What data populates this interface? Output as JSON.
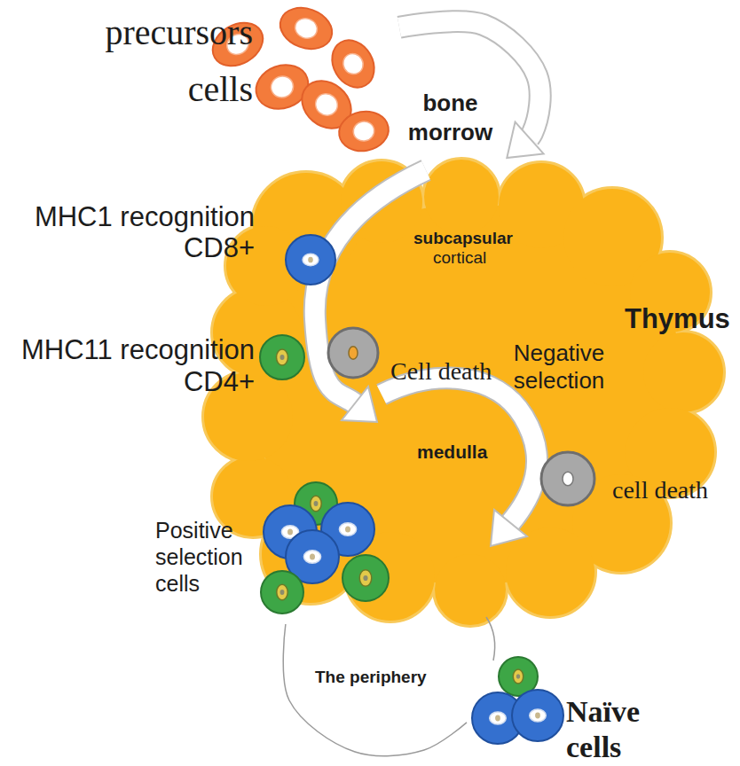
{
  "diagram": {
    "nodes": [
      {
        "text": [
          "precursors cells"
        ]
      },
      {
        "text": [
          "Thymus"
        ]
      },
      {
        "text": [
          "MHC1 recognition",
          "CD8+"
        ],
        "in": 1
      },
      {
        "text": [
          "Cell death"
        ],
        "in": 1
      },
      {
        "text": [
          "MHC11 recognition",
          "CD4+"
        ],
        "in": 1
      },
      {
        "text": [
          "cell death"
        ],
        "in": 1
      },
      {
        "text": [
          "Positive selection cells"
        ],
        "in": 1
      },
      {
        "text": [
          "Naïve cells"
        ]
      }
    ],
    "edges": [
      {
        "from": 0,
        "to": 1,
        "arrow": "to"
      },
      {
        "from": 6,
        "to": 7,
        "arrow": "none"
      }
    ],
    "labels": [
      "bone morrow",
      "subcapsular",
      "cortical",
      "Negative selection",
      "medulla",
      "The periphery"
    ]
  }
}
